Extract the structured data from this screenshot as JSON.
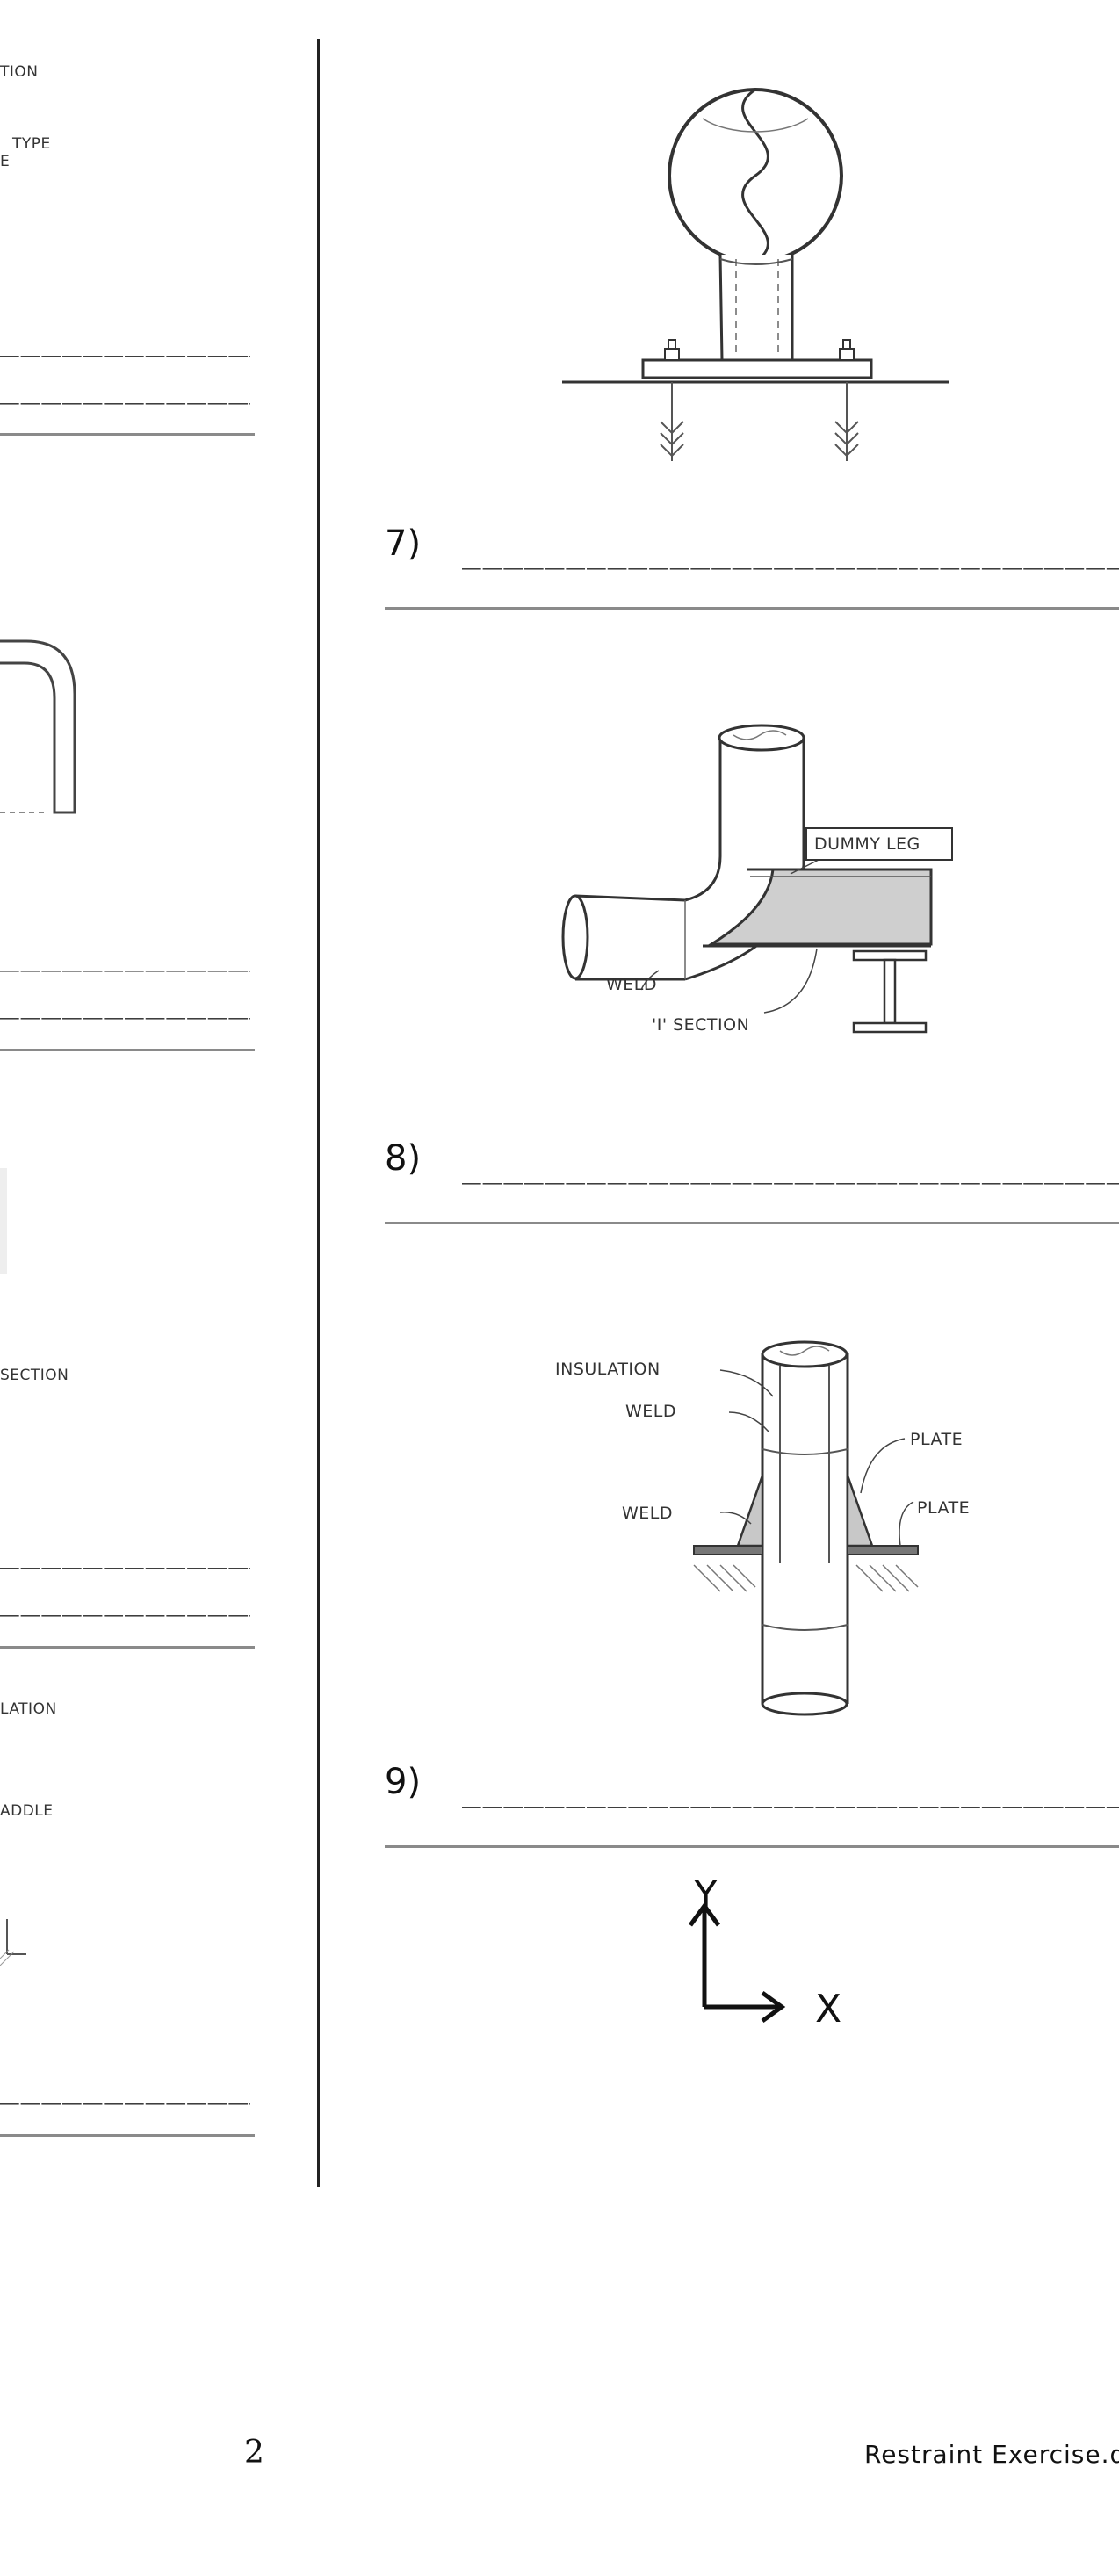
{
  "left_column": {
    "label_top_1": "TION",
    "label_top_2": "TYPE",
    "label_top_3": "E",
    "label_mid_section": "SECTION",
    "label_insulation": "LATION",
    "label_saddle": "ADDLE",
    "answer_blank": "______________"
  },
  "questions": [
    {
      "number": "7)",
      "blank": "________________________________"
    },
    {
      "number": "8)",
      "blank": "________________________________"
    },
    {
      "number": "9)",
      "blank": "________________________________"
    }
  ],
  "figure_8": {
    "dummy_leg": "DUMMY LEG",
    "weld": "WELD",
    "i_section": "'I' SECTION"
  },
  "figure_9": {
    "insulation": "INSULATION",
    "weld_upper": "WELD",
    "weld_lower": "WELD",
    "plate_upper": "PLATE",
    "plate_lower": "PLATE"
  },
  "axes": {
    "y": "Y",
    "x": "X"
  },
  "footer": {
    "page_number": "2",
    "filename": "Restraint Exercise.d"
  }
}
